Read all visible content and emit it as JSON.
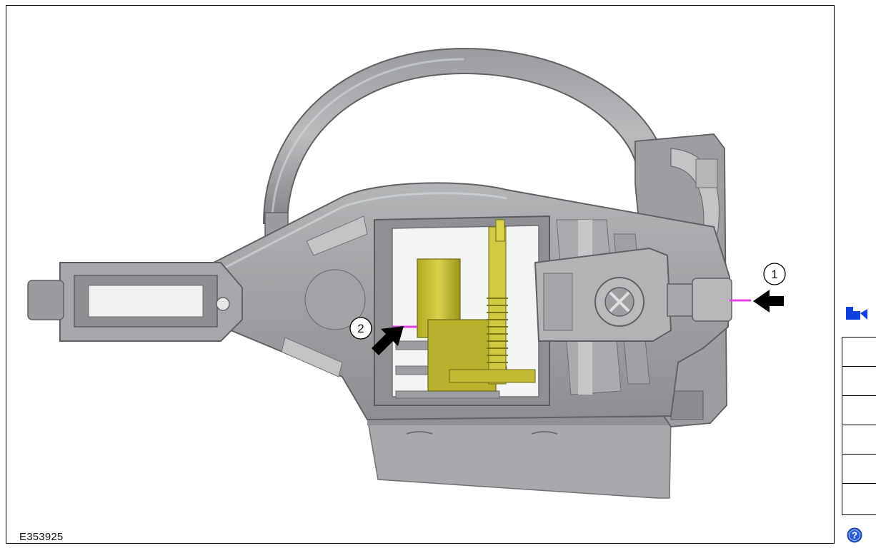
{
  "figure": {
    "id_label": "E353925",
    "callouts": [
      {
        "number": "1"
      },
      {
        "number": "2"
      }
    ]
  },
  "colors": {
    "housing_gray": "#a3a5a8",
    "housing_dark": "#7d7f82",
    "housing_light": "#c6c8ca",
    "lock_yellow": "#c8c23a",
    "lock_yellow_dark": "#8e8a1c",
    "pin_magenta": "#e040e0",
    "arrow_black": "#000000",
    "icon_blue": "#1040e0"
  },
  "icons": {
    "side_icon": "video-camera-icon",
    "help_icon": "help-icon"
  },
  "side_table": {
    "rows": [
      "",
      "",
      "",
      "",
      "",
      ""
    ]
  }
}
